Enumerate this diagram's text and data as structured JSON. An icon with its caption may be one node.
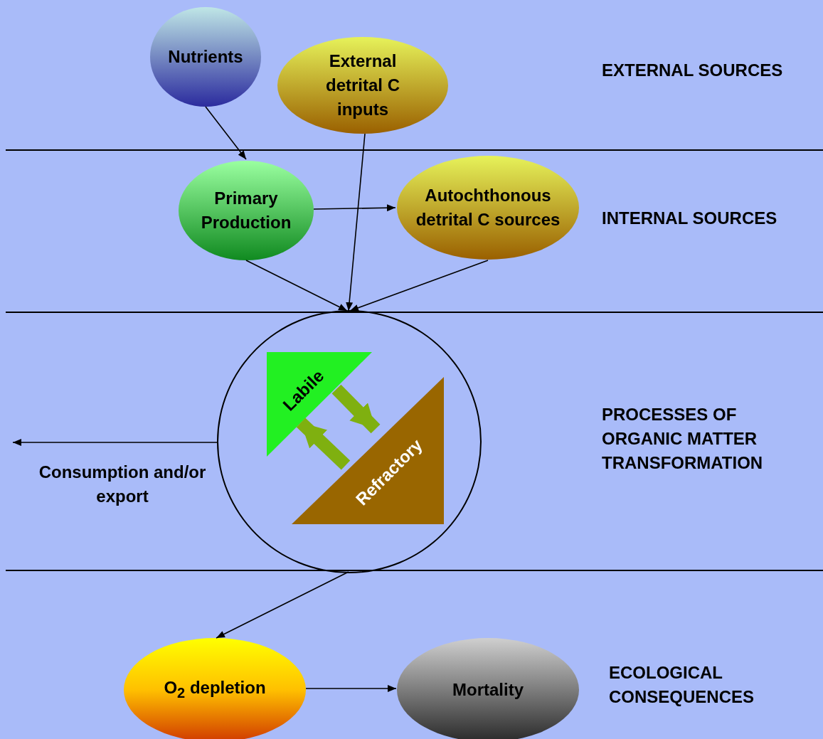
{
  "diagram": {
    "nodes": [
      {
        "text": [
          "Nutrients"
        ]
      },
      {
        "text": [
          "External detrital C inputs"
        ]
      },
      {
        "text": [
          "Primary Production"
        ]
      },
      {
        "text": [
          "Autochthonous detrital C sources"
        ]
      },
      {
        "text": [],
        "shape": "circle"
      },
      {
        "text": [
          "Labile"
        ],
        "in": 4
      },
      {
        "text": [
          "Refractory"
        ],
        "in": 4
      },
      {
        "text": [
          "Consumption and/or export"
        ]
      },
      {
        "text": [
          "O$_{2}$ depletion"
        ]
      },
      {
        "text": [
          "Mortality"
        ]
      }
    ],
    "edges": [
      {
        "from": 0,
        "to": 2,
        "arrow": "to"
      },
      {
        "from": 1,
        "to": 4,
        "arrow": "to"
      },
      {
        "from": 2,
        "to": 3,
        "arrow": "to"
      },
      {
        "from": 2,
        "to": 4,
        "arrow": "to"
      },
      {
        "from": 3,
        "to": 4,
        "arrow": "to"
      },
      {
        "from": 5,
        "to": 6,
        "arrow": "to",
        "style": "thick",
        "color": "#7fb010"
      },
      {
        "from": 6,
        "to": 5,
        "arrow": "to",
        "style": "thick",
        "color": "#7fb010"
      },
      {
        "from": 4,
        "to": 7,
        "arrow": "to"
      },
      {
        "from": 4,
        "to": 8,
        "arrow": "to"
      },
      {
        "from": 8,
        "to": 9,
        "arrow": "to"
      }
    ],
    "labels": [
      "EXTERNAL SOURCES",
      "INTERNAL SOURCES",
      "PROCESSES OF ORGANIC MATTER TRANSFORMATION",
      "ECOLOGICAL CONSEQUENCES"
    ]
  }
}
